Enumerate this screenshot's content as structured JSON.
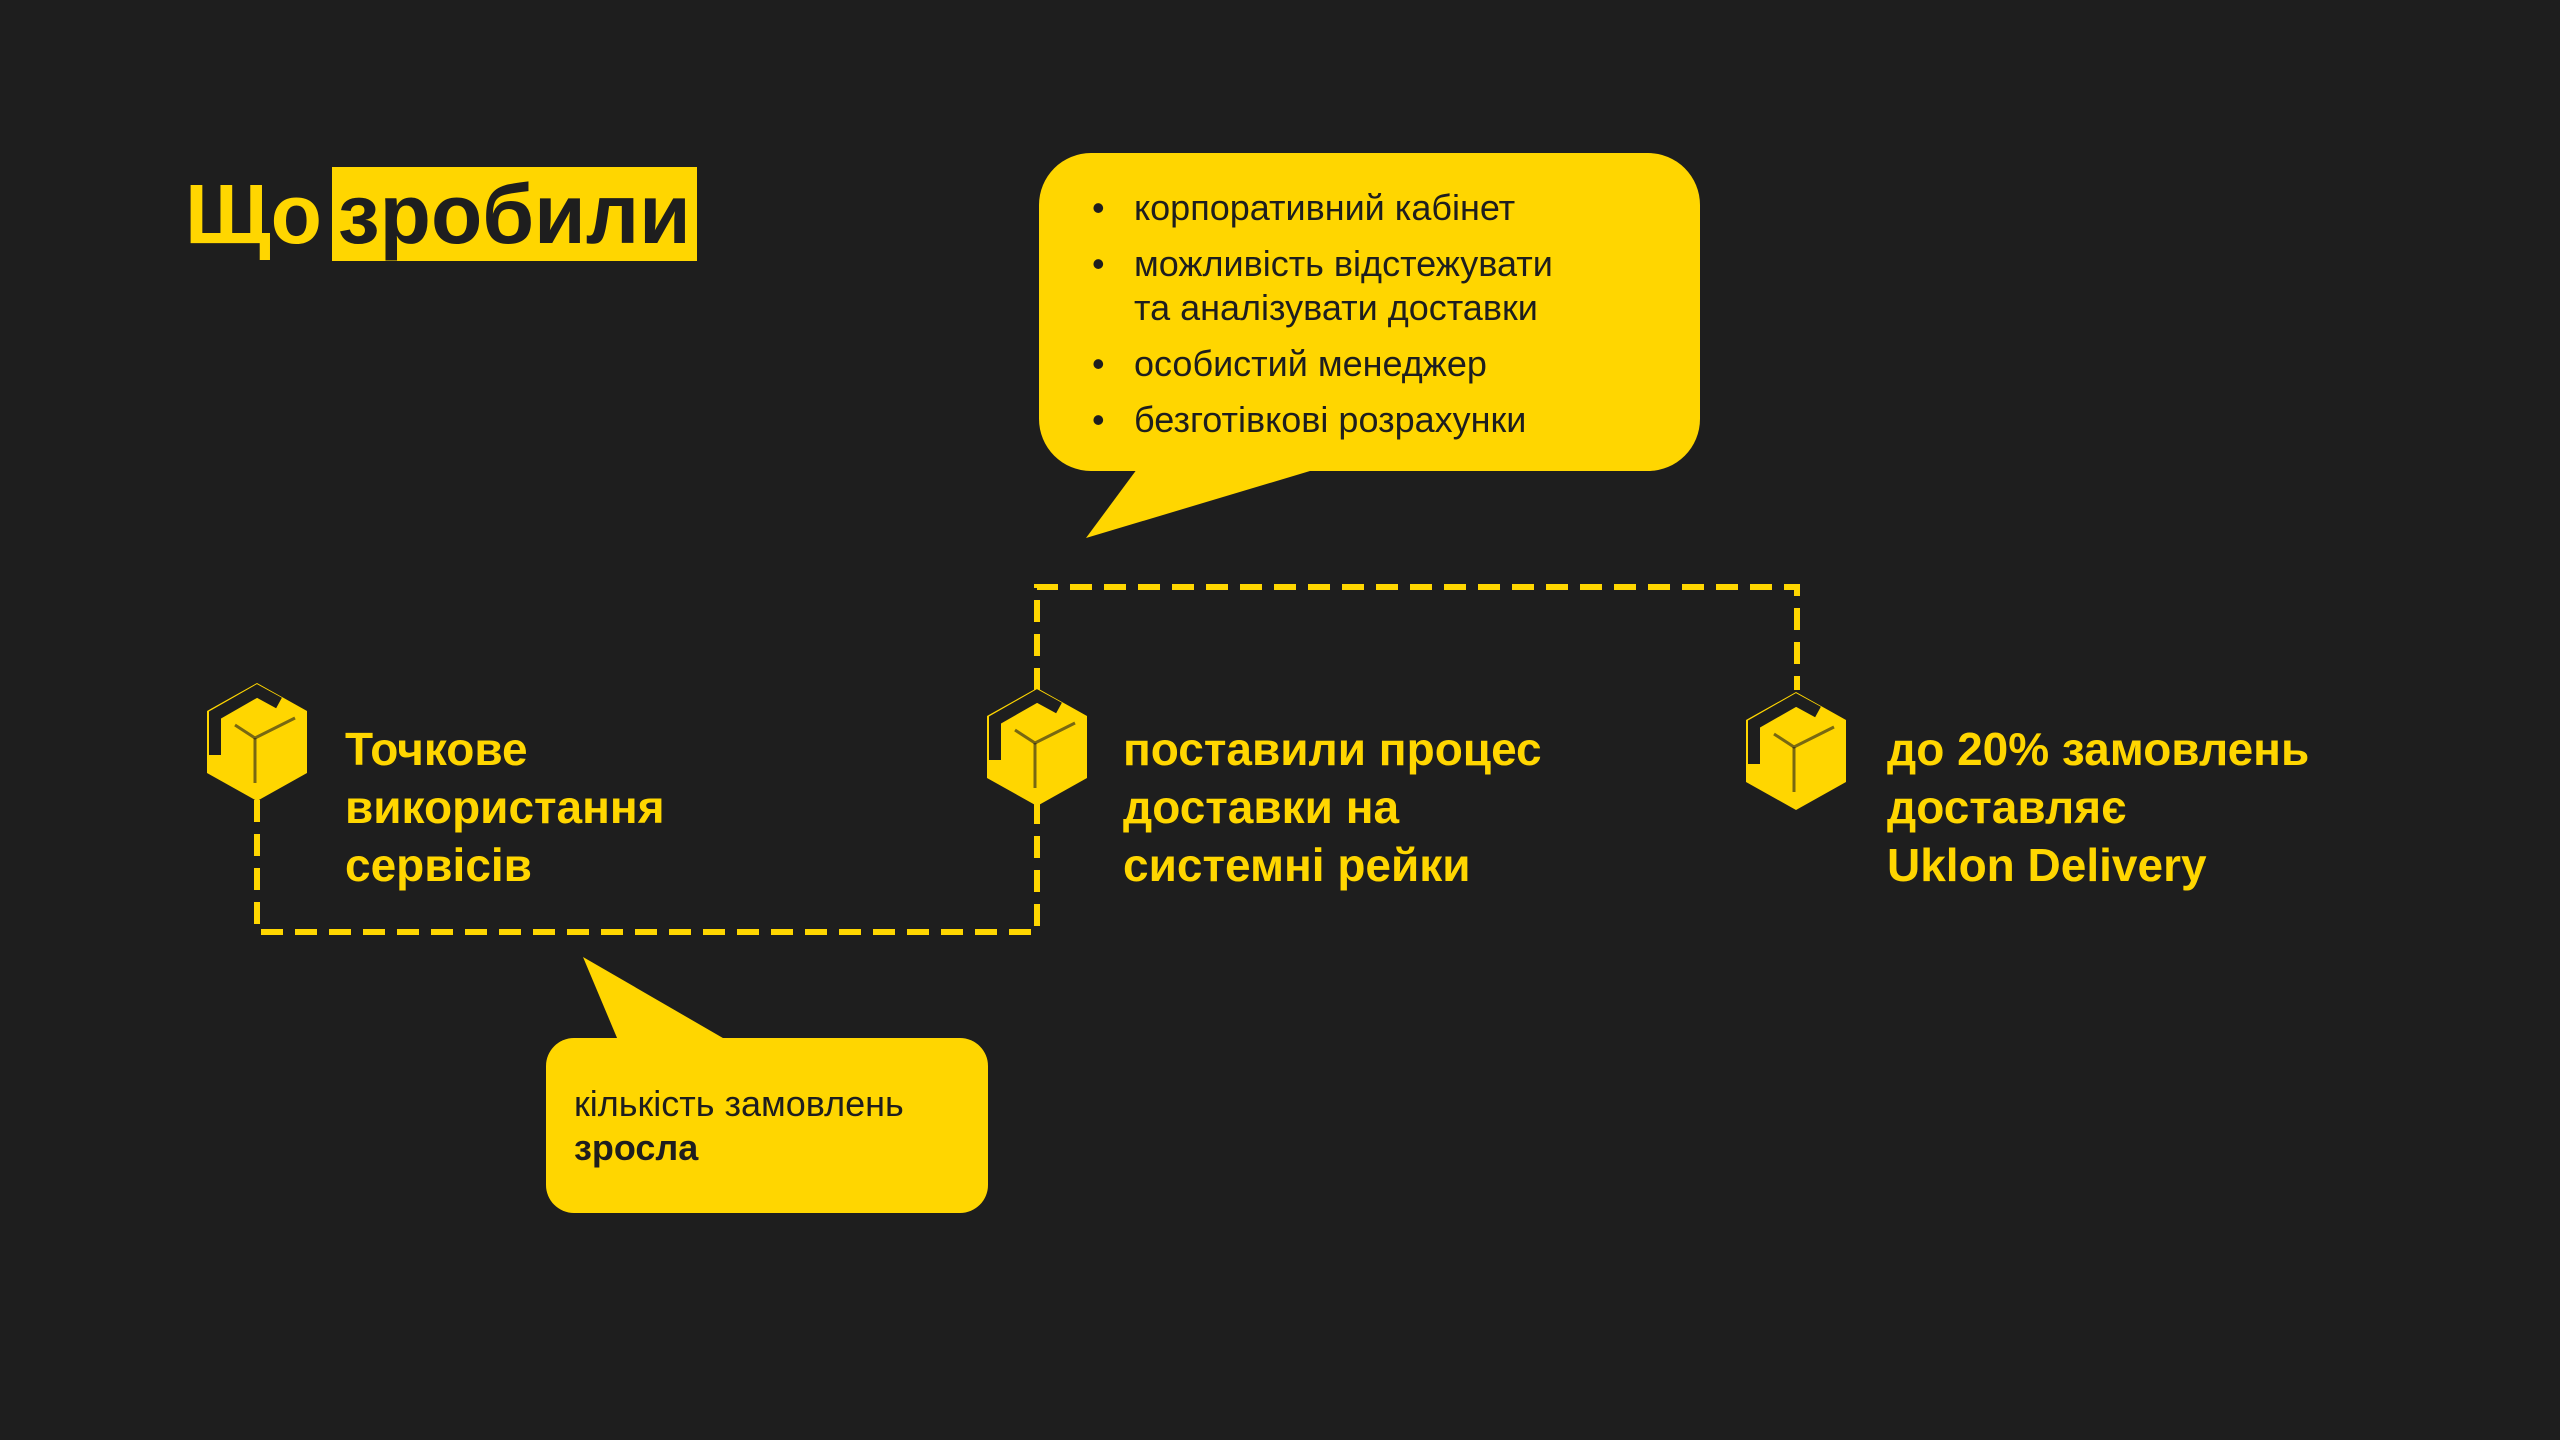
{
  "title": {
    "plain": "Що",
    "highlighted": "зробили"
  },
  "top_bubble": {
    "items": [
      "корпоративний кабінет",
      "можливість відстежувати та аналізувати доставки",
      "особистий менеджер",
      "безготівкові розрахунки"
    ],
    "item2_line1": "можливість відстежувати",
    "item2_line2": "та аналізувати доставки"
  },
  "steps": [
    {
      "icon": "box-icon",
      "lines": [
        "Точкове",
        "використання",
        "сервісів"
      ]
    },
    {
      "icon": "box-icon",
      "lines": [
        "поставили процес",
        "доставки на",
        "системні рейки"
      ]
    },
    {
      "icon": "box-icon",
      "lines": [
        "до 20% замовлень",
        "доставляє",
        "Uklon Delivery"
      ]
    }
  ],
  "bottom_bubble": {
    "line1": "кількість замовлень",
    "line2_bold": "зросла"
  },
  "colors": {
    "background": "#1e1e1e",
    "accent": "#FFD600"
  }
}
